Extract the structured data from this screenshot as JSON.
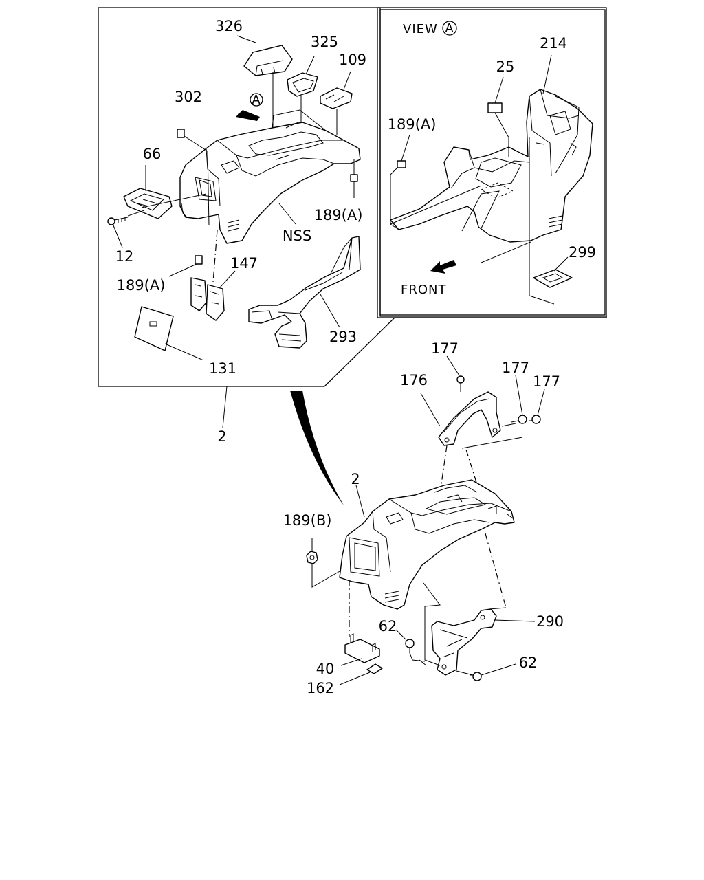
{
  "callouts": {
    "c326": "326",
    "c325": "325",
    "c109": "109",
    "c302": "302",
    "c66": "66",
    "c12": "12",
    "nss": "NSS",
    "c189a_1": "189(A)",
    "c189a_2": "189(A)",
    "c147": "147",
    "c293": "293",
    "c131": "131",
    "c2_top": "2",
    "c214": "214",
    "c25": "25",
    "c189a_3": "189(A)",
    "c299": "299",
    "c177_1": "177",
    "c177_2": "177",
    "c177_3": "177",
    "c176": "176",
    "c2_bottom": "2",
    "c189b": "189(B)",
    "c62_1": "62",
    "c62_2": "62",
    "c290": "290",
    "c40": "40",
    "c162": "162"
  },
  "view_a": {
    "title": "VIEW",
    "marker": "A",
    "front_label": "FRONT"
  },
  "main": {
    "arrow_marker": "A"
  }
}
